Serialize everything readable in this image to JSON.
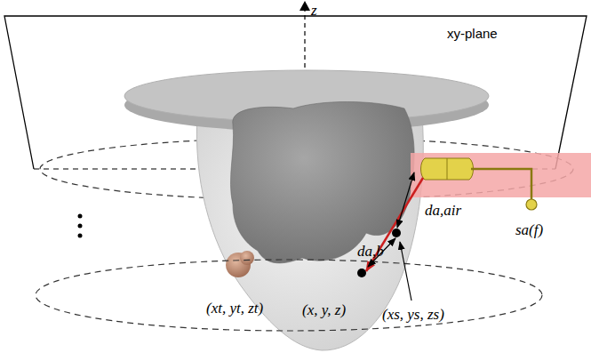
{
  "diagram": {
    "labels": [
      "z",
      "xy-plane",
      "da,air",
      "da,b",
      "(xt, yt, zt)",
      "(x, y, z)",
      "(xs, ys, zs)",
      "sa(f)"
    ]
  }
}
